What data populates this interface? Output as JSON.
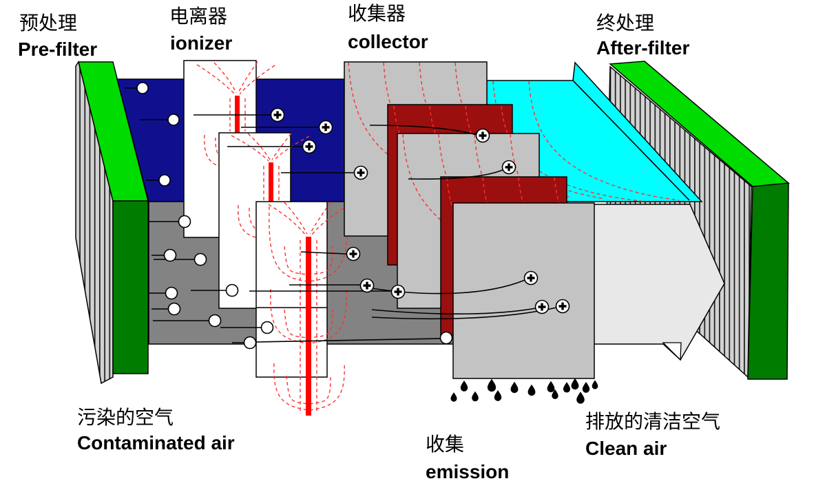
{
  "labels": {
    "pre_filter": {
      "zh": "预处理",
      "en": "Pre-filter"
    },
    "ionizer": {
      "zh": "电离器",
      "en": "ionizer"
    },
    "collector": {
      "zh": "收集器",
      "en": "collector"
    },
    "after_filter": {
      "zh": "终处理",
      "en": "After-filter"
    },
    "contaminated_air": {
      "zh": "污染的空气",
      "en": "Contaminated air"
    },
    "emission": {
      "zh": "收集",
      "en": "emission"
    },
    "clean_air": {
      "zh": "排放的清洁空气",
      "en": "Clean air"
    }
  },
  "colors": {
    "navy": "#10108f",
    "green": "#00dc00",
    "dark_green": "#007c00",
    "cyan": "#00ffff",
    "plate_gray": "#c3c3c3",
    "duct_gray": "#838383",
    "dark_red": "#9b0f0f",
    "electrode_red": "#ff0000",
    "field_red": "#ff3030",
    "arrow_gray": "#e8e8e8",
    "stripe_gray": "#d2d2d2",
    "ink": "#000000"
  },
  "icons": {
    "charged_particle": "circle-plus",
    "neutral_particle": "circle",
    "emission_drop": "teardrop",
    "filter_media": "vertical-hatch",
    "corona_field": "dashed-red-arcs"
  }
}
